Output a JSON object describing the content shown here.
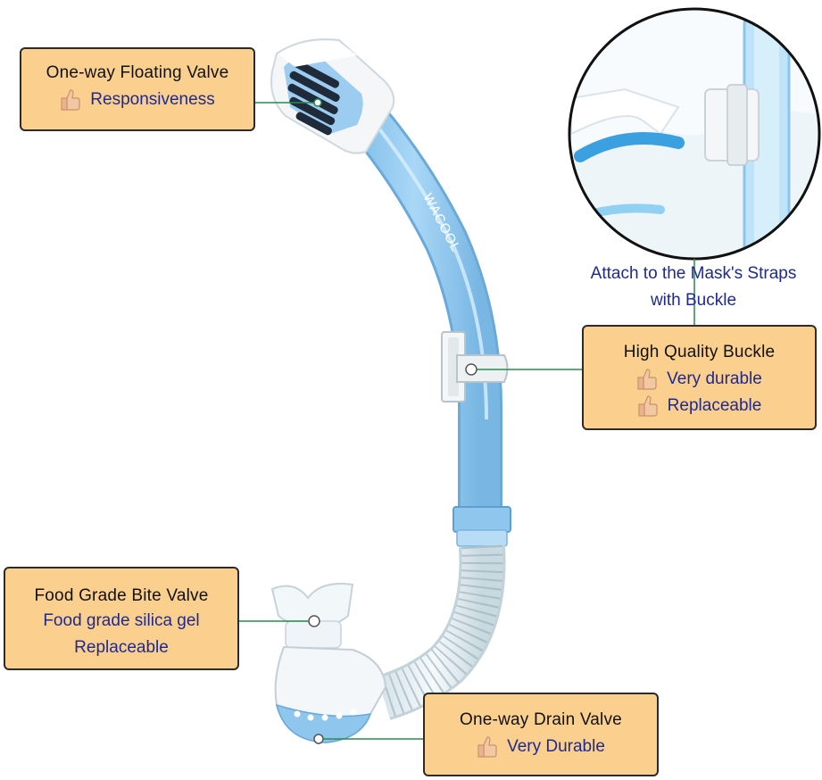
{
  "brand": "WACOOL",
  "colors": {
    "callout_bg": "#fbcf8e",
    "callout_border": "#2b2b2b",
    "title_text": "#111111",
    "feature_text": "#1f2a8c",
    "leader_line": "#2a8a4e",
    "tube_blue": "#8fc9f0",
    "tube_white": "#f4f6f8"
  },
  "callouts": {
    "floating_valve": {
      "title": "One-way Floating Valve",
      "lines": [
        "Responsiveness"
      ]
    },
    "buckle": {
      "title": "High Quality Buckle",
      "lines": [
        "Very durable",
        "Replaceable"
      ]
    },
    "bite_valve": {
      "title": "Food Grade Bite Valve",
      "lines": [
        "Food grade silica gel",
        "Replaceable"
      ]
    },
    "drain_valve": {
      "title": "One-way Drain Valve",
      "lines": [
        "Very Durable"
      ]
    }
  },
  "mask_caption": {
    "line1": "Attach to the Mask's Straps",
    "line2": "with Buckle"
  }
}
